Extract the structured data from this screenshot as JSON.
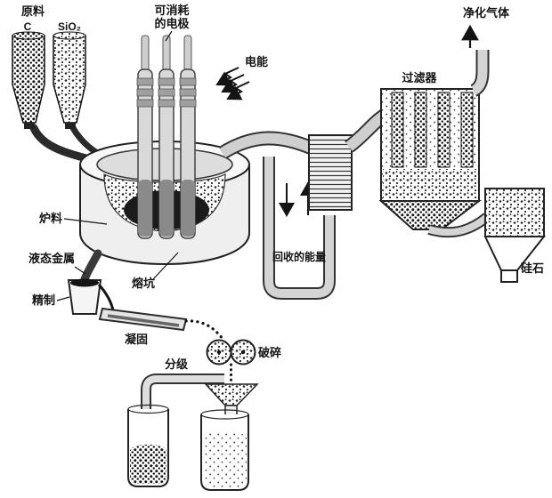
{
  "labels": {
    "raw_material": "原料",
    "carbon": "C",
    "silica_feed": "SiO₂",
    "electrode_line1": "可消耗",
    "electrode_line2": "的电极",
    "electric_energy": "电能",
    "purified_gas": "净化气体",
    "filter": "过滤器",
    "charge": "炉料",
    "melt_pit": "熔坑",
    "liquid_metal": "液态金属",
    "refining": "精制",
    "solidification": "凝固",
    "classification": "分级",
    "crushing": "破碎",
    "recovered_energy": "回收的能量",
    "silica_product": "硅石"
  },
  "colors": {
    "ink": "#141414",
    "paper": "#ffffff"
  }
}
